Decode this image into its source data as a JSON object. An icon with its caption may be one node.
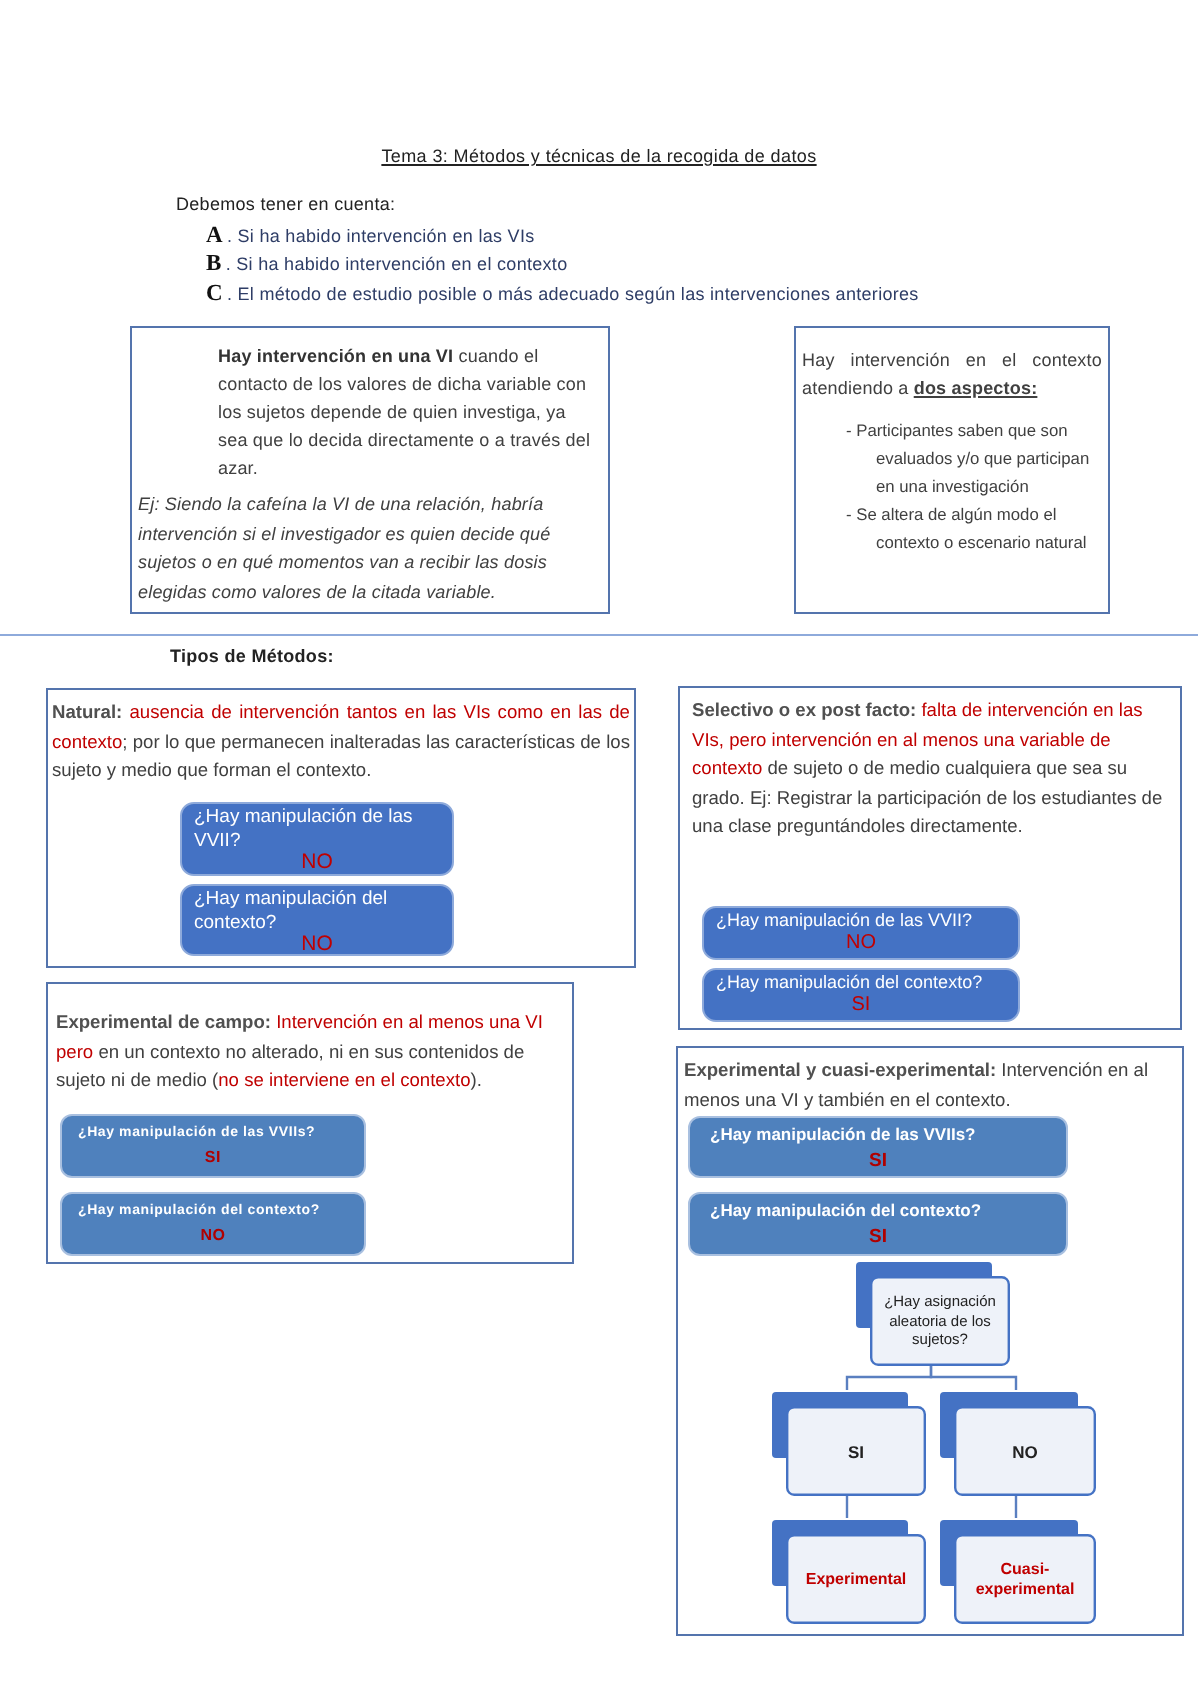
{
  "diagram": {
    "title": "Tema 3: Métodos y técnicas de la recogida de datos",
    "nodes": [
      {
        "text": [
          "**Hay intervención en una VI** cuando el contacto de los valores de dicha variable con los sujetos depende de quien investiga, ya sea que lo decida directamente o a través del azar.",
          "Ej: Siendo la cafeína la VI de una relación, habría intervención si el investigador es quien decide qué sujetos o en qué momentos van a recibir las dosis elegidas como valores de la citada variable."
        ]
      },
      {
        "text": [
          "Hay intervención en el contexto atendiendo a **dos aspectos:**",
          "- Participantes saben que son evaluados y/o que participan en una investigación",
          "- Se altera de algún modo el contexto o escenario natural"
        ]
      },
      {
        "text": [
          "**Natural:** **ausencia de intervención tantos en las VIs como en las de contexto**; por lo que permanecen inalteradas las características de los sujeto y medio que forman el contexto."
        ]
      },
      {
        "text": [
          "¿Hay manipulación de las VVII?",
          "NO"
        ],
        "in": 2
      },
      {
        "text": [
          "¿Hay manipulación del contexto?",
          "NO"
        ],
        "in": 2
      },
      {
        "text": [
          "**Selectivo o ex post facto:** **falta de intervención en las VIs, pero intervención en al menos una variable de contexto** de sujeto o de medio cualquiera que sea su grado. Ej: Registrar la participación de los estudiantes de una clase preguntándoles directamente."
        ]
      },
      {
        "text": [
          "¿Hay manipulación de las VVII?",
          "NO"
        ],
        "in": 5
      },
      {
        "text": [
          "¿Hay manipulación del contexto?",
          "SI"
        ],
        "in": 5
      },
      {
        "text": [
          "**Experimental de campo:** **Intervención en al menos una VI pero** en un contexto no alterado, ni en sus contenidos de sujeto ni de medio (**no se interviene en el contexto**)."
        ]
      },
      {
        "text": [
          "¿Hay manipulación de las VVIIs?",
          "SI"
        ],
        "in": 8
      },
      {
        "text": [
          "¿Hay manipulación del contexto?",
          "NO"
        ],
        "in": 8
      },
      {
        "text": [
          "**Experimental y cuasi-experimental:** Intervención en al menos una VI y también en el contexto."
        ]
      },
      {
        "text": [
          "¿Hay manipulación de las VVIIs?",
          "SI"
        ],
        "in": 11
      },
      {
        "text": [
          "¿Hay manipulación del contexto?",
          "SI"
        ],
        "in": 11
      },
      {
        "text": [
          "¿Hay asignación aleatoria de los sujetos?"
        ],
        "in": 11
      },
      {
        "text": [
          "SI"
        ],
        "in": 11
      },
      {
        "text": [
          "NO"
        ],
        "in": 11
      },
      {
        "text": [
          "Experimental"
        ],
        "in": 11
      },
      {
        "text": [
          "Cuasi-experimental"
        ],
        "in": 11
      }
    ],
    "edges": [
      {
        "from": 14,
        "to": 15,
        "arrow": "none"
      },
      {
        "from": 14,
        "to": 16,
        "arrow": "none"
      },
      {
        "from": 15,
        "to": 17,
        "arrow": "none"
      },
      {
        "from": 16,
        "to": 18,
        "arrow": "none"
      }
    ],
    "labels": [
      "Debemos tener en cuenta:",
      "**A**. Si ha habido intervención en las VIs",
      "**B**. Si ha habido intervención en el contexto",
      "**C**. El método de estudio posible o más adecuado según las intervenciones anteriores",
      "Tipos de Métodos:"
    ]
  }
}
